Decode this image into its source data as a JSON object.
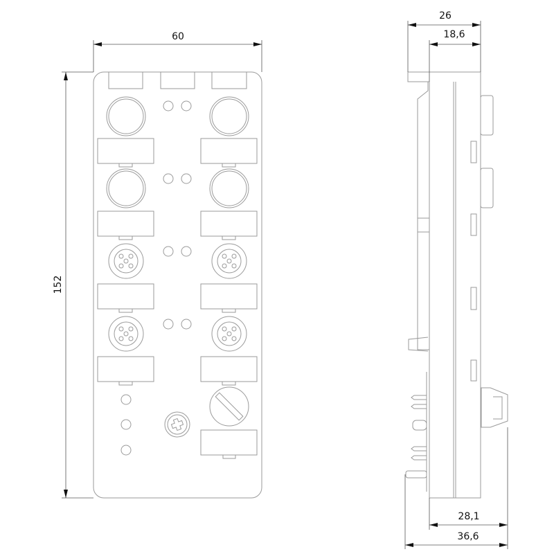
{
  "drawing": {
    "front_view": {
      "width_label": "60",
      "height_label": "152",
      "connector_rows": 4,
      "leds_per_row": 2,
      "bottom_leds": 3
    },
    "side_view": {
      "top_outer_label": "26",
      "top_inner_label": "18,6",
      "bottom_inner_label": "28,1",
      "bottom_outer_label": "36,6"
    }
  }
}
